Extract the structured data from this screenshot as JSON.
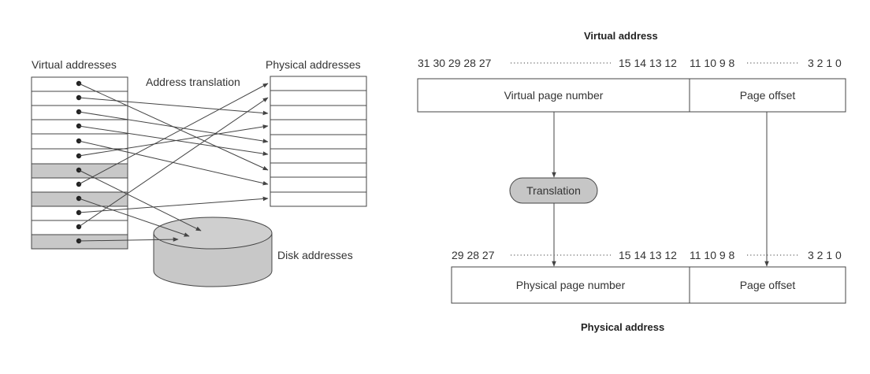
{
  "left_diagram": {
    "virtual_label": "Virtual addresses",
    "physical_label": "Physical addresses",
    "translation_label": "Address translation",
    "disk_label": "Disk addresses"
  },
  "right_diagram": {
    "virtual_title": "Virtual address",
    "physical_title": "Physical address",
    "virtual_bits_high": "31 30 29 28 27",
    "virtual_bits_mid": "15 14 13 12",
    "virtual_bits_low_a": "11 10 9 8",
    "virtual_bits_low_b": "3 2 1 0",
    "physical_bits_high": "29 28 27",
    "physical_bits_mid": "15 14 13 12",
    "physical_bits_low_a": "11 10 9 8",
    "physical_bits_low_b": "3 2 1 0",
    "virtual_page_number": "Virtual page number",
    "physical_page_number": "Physical page number",
    "page_offset_top": "Page offset",
    "page_offset_bottom": "Page offset",
    "translation_label": "Translation"
  },
  "colors": {
    "stroke": "#444444",
    "shade": "#c8c8c8",
    "pill": "#c6c6c6",
    "disk": "#c8c8c8"
  }
}
